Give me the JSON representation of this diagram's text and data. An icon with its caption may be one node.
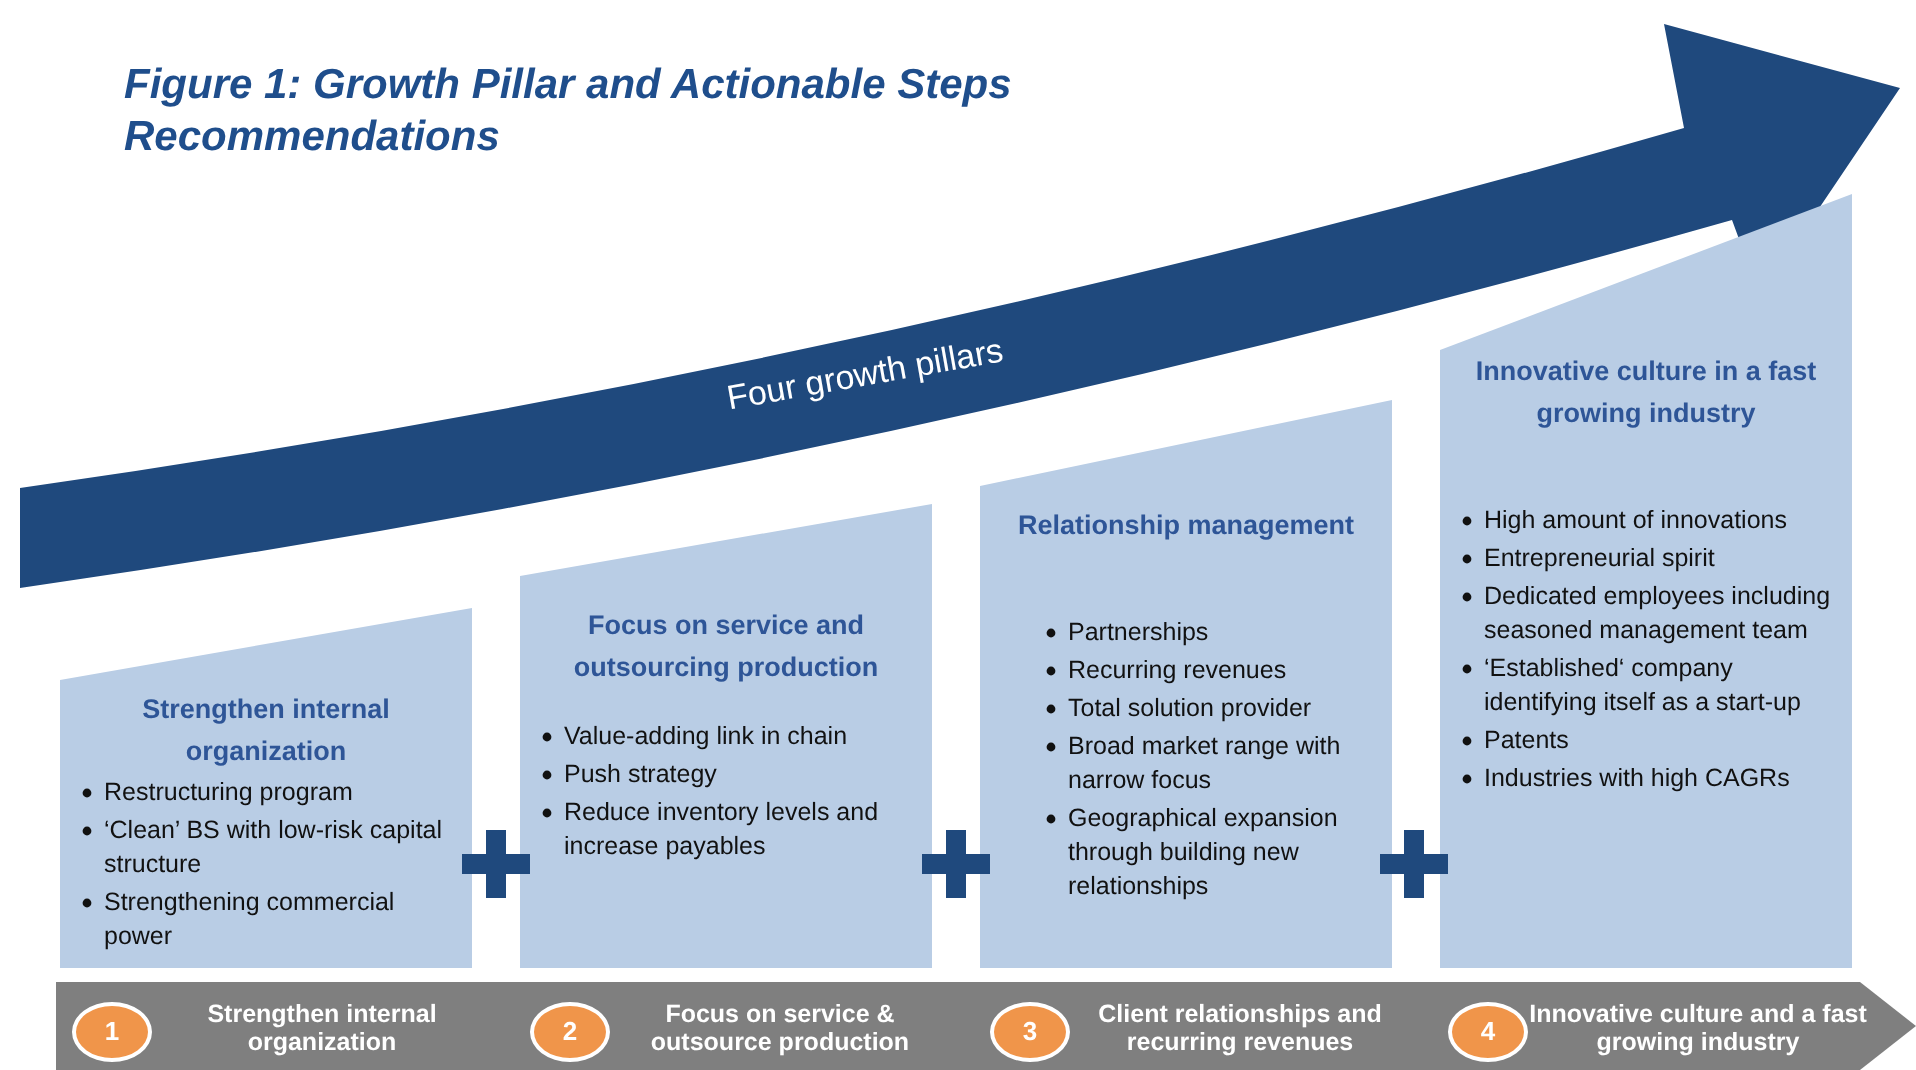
{
  "diagram": {
    "title": "Figure 1: Growth Pillar and Actionable Steps Recommendations",
    "nodes": [
      {
        "text": [
          "Four growth pillars"
        ]
      },
      {
        "text": [
          "Strengthen internal organization",
          "Restructuring program",
          "‘Clean’ BS with low-risk capital structure",
          "Strengthening commercial power"
        ]
      },
      {
        "text": [
          "Focus on service and outsourcing production",
          "Value-adding link in chain",
          "Push strategy",
          "Reduce inventory levels and increase payables"
        ]
      },
      {
        "text": [
          "Relationship management",
          "Partnerships",
          "Recurring revenues",
          "Total solution provider",
          "Broad market range with narrow focus",
          "Geographical expansion through building new relationships"
        ]
      },
      {
        "text": [
          "Innovative culture in a fast growing industry",
          "High amount of innovations",
          "Entrepreneurial spirit",
          "Dedicated employees including seasoned management team",
          "‘Established‘ company identifying itself as a start-up",
          "Patents",
          "Industries with high CAGRs"
        ]
      },
      {
        "text": [],
        "shape": "bar"
      },
      {
        "text": [
          "1"
        ],
        "in": 5,
        "beside": [
          "Strengthen internal organization"
        ]
      },
      {
        "text": [
          "2"
        ],
        "in": 5,
        "beside": [
          "Focus on service & outsource production"
        ]
      },
      {
        "text": [
          "3"
        ],
        "in": 5,
        "beside": [
          "Client relationships and recurring revenues"
        ]
      },
      {
        "text": [
          "4"
        ],
        "in": 5,
        "beside": [
          "Innovative culture and a fast growing industry"
        ]
      }
    ],
    "edges": []
  }
}
